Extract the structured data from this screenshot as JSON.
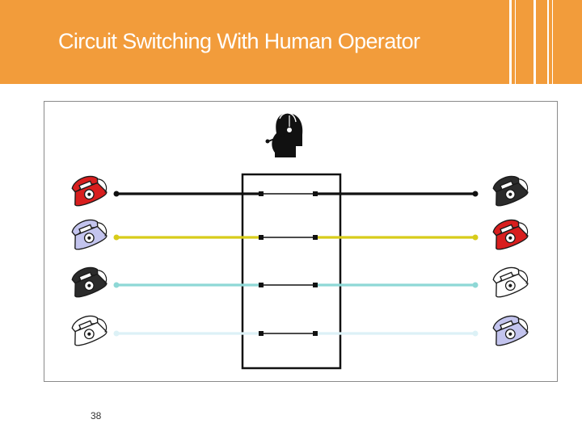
{
  "slide": {
    "title": "Circuit Switching With Human Operator",
    "page_number": "38"
  },
  "colors": {
    "header": "#f29c3b",
    "text": "#ffffff",
    "line_1": "#111111",
    "line_2": "#d8cc1a",
    "line_3": "#8ed8d6",
    "line_4": "#dcf1f6",
    "phone_red": "#d81e1e",
    "phone_dark": "#2b2b2b",
    "phone_lavender": "#c3c4ee",
    "phone_white": "#ffffff"
  },
  "diagram": {
    "operator_icon": "operator-headset-icon",
    "switchboard": "switchboard",
    "circuits": [
      {
        "line_color": "#111111",
        "left_phone": "#d81e1e",
        "right_phone": "#2b2b2b"
      },
      {
        "line_color": "#d8cc1a",
        "left_phone": "#c3c4ee",
        "right_phone": "#d81e1e"
      },
      {
        "line_color": "#8ed8d6",
        "left_phone": "#2b2b2b",
        "right_phone": "#ffffff"
      },
      {
        "line_color": "#dcf1f6",
        "left_phone": "#ffffff",
        "right_phone": "#c3c4ee"
      }
    ]
  }
}
